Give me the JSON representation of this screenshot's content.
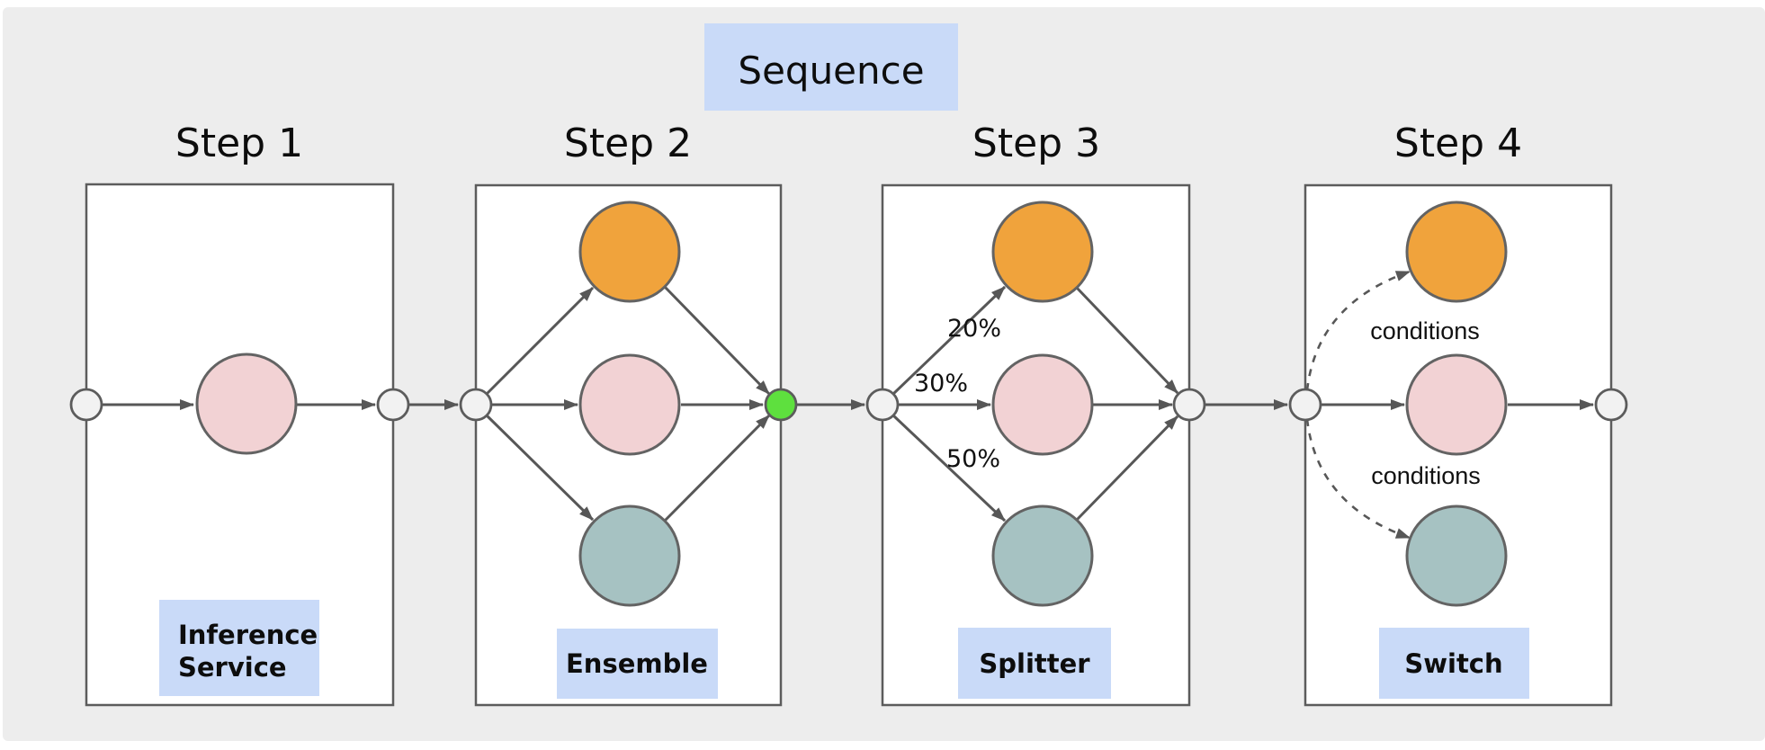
{
  "title": {
    "label": "Sequence"
  },
  "steps": [
    {
      "title": "Step 1",
      "label": "Inference Service",
      "label_lines": [
        "Inference",
        "Service"
      ]
    },
    {
      "title": "Step 2",
      "label": "Ensemble"
    },
    {
      "title": "Step 3",
      "label": "Splitter",
      "branch_labels": [
        "20%",
        "30%",
        "50%"
      ]
    },
    {
      "title": "Step 4",
      "label": "Switch",
      "branch_labels": [
        "conditions",
        "conditions"
      ]
    }
  ],
  "colors": {
    "canvas": "#ededed",
    "page": "#ffffff",
    "node_orange": "#f0a33c",
    "node_pink": "#f2d2d4",
    "node_teal": "#a6c2c2",
    "port_fill": "#f2f2f2",
    "active_port": "#5ee03e",
    "label_bg": "#c9daf8",
    "stroke": "#575757"
  }
}
